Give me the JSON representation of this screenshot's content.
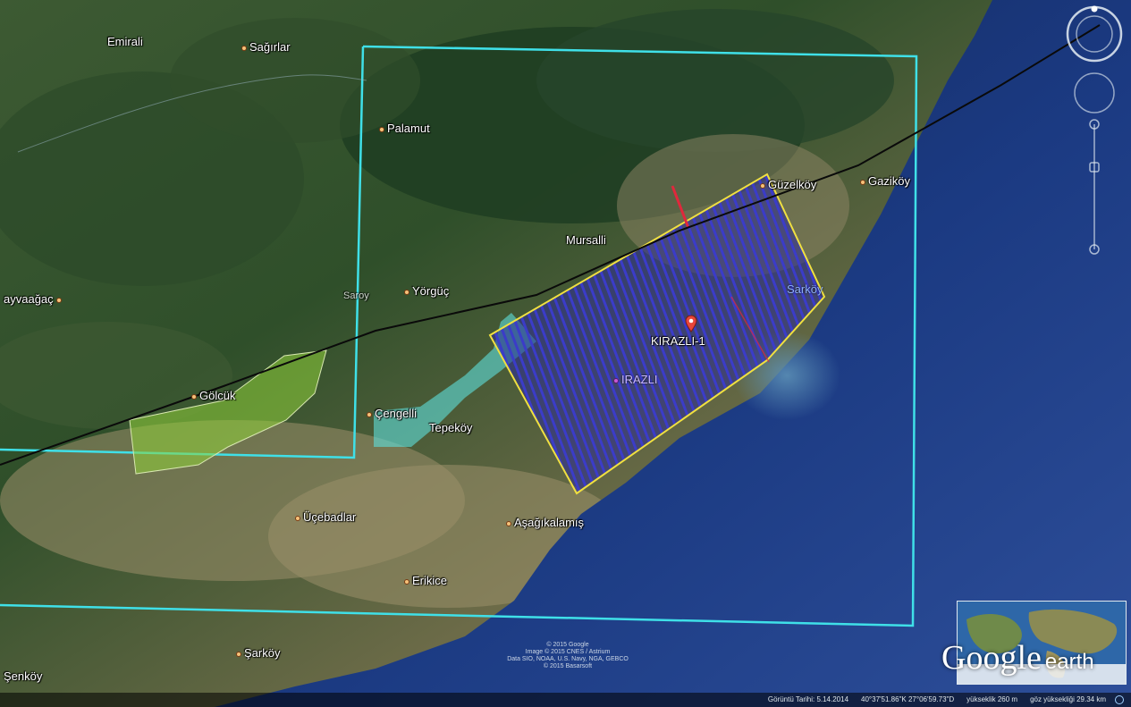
{
  "map": {
    "labels": {
      "emirali": "Emirali",
      "sagirlar": "Sağırlar",
      "palamut": "Palamut",
      "ayvaagac": "ayvaağaç",
      "golcuk": "Gölcük",
      "cengelli": "Çengelli",
      "tepekoy": "Tepeköy",
      "yorguc": "Yörgüç",
      "mursalli": "Mursalli",
      "gazikoy_small": "Güzelköy",
      "gazikoy": "Gaziköy",
      "ucbasi": "Üçebadlar",
      "asagikalamis": "Aşağıkalamış",
      "erikli": "Erikice",
      "sarkoy": "Şarköy",
      "senkoy": "Şenköy",
      "kirazli": "KIRAZLI-1",
      "kirazli_inner": "IRAZLI",
      "sarkoy_blue": "Sarköy",
      "saroy_faint": "Saroy"
    },
    "colors": {
      "survey_box": "#3fe0e8",
      "survey_lines": "#3b3cc8",
      "survey_outline": "#f0e040",
      "transect": "#0a0a0a",
      "green_area": "#8fd13a",
      "cyan_area": "#5fe0dc",
      "fault_red": "#e0283c",
      "sea": "#1b3a82"
    }
  },
  "overlay": {
    "copyright": [
      "© 2015 Google",
      "Image © 2015 CNES / Astrium",
      "Data SIO, NOAA, U.S. Navy, NGA, GEBCO",
      "© 2015 Basarsoft"
    ],
    "logo_google": "Google",
    "logo_earth": "earth",
    "status": {
      "date": "Görüntü Tarihi: 5.14.2014",
      "coords": "40°37'51.86\"K  27°06'59.73\"D",
      "elevation": "yükseklik  260 m",
      "eye_alt": "göz yüksekliği  29.34 km"
    }
  }
}
